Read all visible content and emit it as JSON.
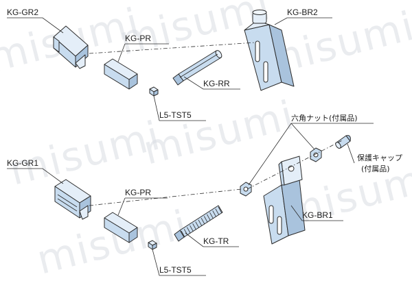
{
  "watermark": {
    "text": "misumi",
    "text_alt": "misumi"
  },
  "labels": {
    "kg_gr2": "KG-GR2",
    "kg_pr_top": "KG-PR",
    "kg_br2": "KG-BR2",
    "kg_rr": "KG-RR",
    "l5_tst5_top": "L5-TST5",
    "hex_nut": "六角ナット(付属品)",
    "protective_cap_line1": "保護キャップ",
    "protective_cap_line2": "(付属品)",
    "kg_gr1": "KG-GR1",
    "kg_pr_bottom": "KG-PR",
    "kg_br1": "KG-BR1",
    "kg_tr": "KG-TR",
    "l5_tst5_bottom": "L5-TST5"
  },
  "colors": {
    "part_face": "#c8dcef",
    "part_top": "#e4eef8",
    "part_side": "#a9c3dd",
    "outline": "#2a2a2a"
  }
}
